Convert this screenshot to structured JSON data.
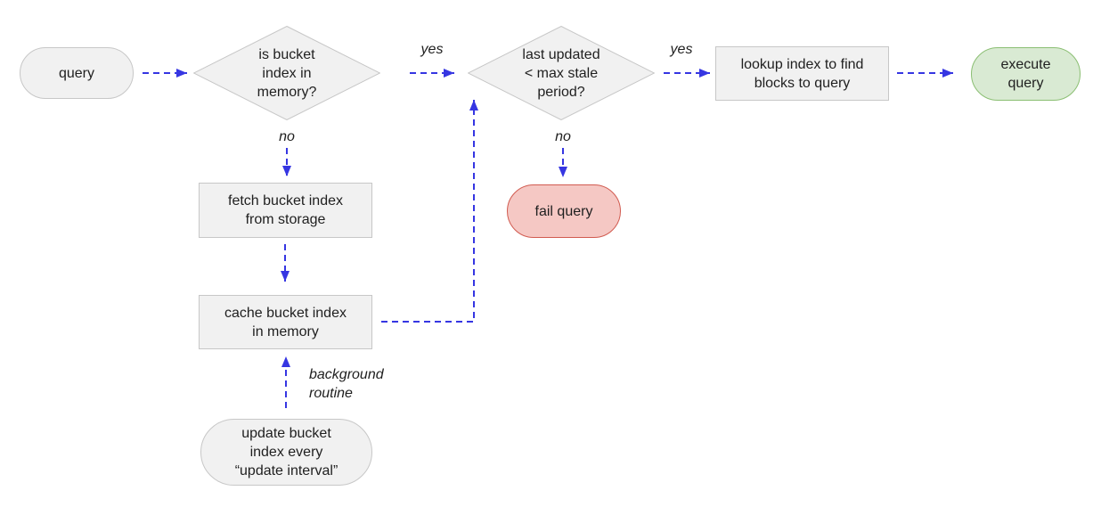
{
  "colors": {
    "arrow": "#3636e2",
    "gray_fill": "#f1f1f1",
    "gray_border": "#c7c7c7",
    "green_fill": "#d9ead3",
    "green_border": "#8bbf73",
    "red_fill": "#f5c8c4",
    "red_border": "#d15b50",
    "text": "#1f1f1f"
  },
  "nodes": {
    "query_start": {
      "type": "terminator",
      "label": "query"
    },
    "decision_index_in_memory": {
      "type": "decision",
      "label": "is bucket\nindex in\nmemory?"
    },
    "decision_last_updated": {
      "type": "decision",
      "label": "last updated\n< max stale\nperiod?"
    },
    "lookup_index": {
      "type": "process",
      "label": "lookup index to find\nblocks to query"
    },
    "execute_query": {
      "type": "terminator-success",
      "label": "execute\nquery"
    },
    "fail_query": {
      "type": "terminator-fail",
      "label": "fail query"
    },
    "fetch_bucket_index": {
      "type": "process",
      "label": "fetch bucket index\nfrom storage"
    },
    "cache_bucket_index": {
      "type": "process",
      "label": "cache bucket index\nin memory"
    },
    "update_bucket_index": {
      "type": "terminator",
      "label": "update bucket\nindex every\n“update interval”"
    }
  },
  "edge_labels": {
    "yes_1": "yes",
    "yes_2": "yes",
    "no_1": "no",
    "no_2": "no",
    "background_routine": "background\nroutine"
  },
  "edges": [
    {
      "from": "query_start",
      "to": "decision_index_in_memory",
      "label": ""
    },
    {
      "from": "decision_index_in_memory",
      "to": "decision_last_updated",
      "label": "yes"
    },
    {
      "from": "decision_index_in_memory",
      "to": "fetch_bucket_index",
      "label": "no"
    },
    {
      "from": "fetch_bucket_index",
      "to": "cache_bucket_index",
      "label": ""
    },
    {
      "from": "cache_bucket_index",
      "to": "decision_last_updated",
      "label": ""
    },
    {
      "from": "decision_last_updated",
      "to": "lookup_index",
      "label": "yes"
    },
    {
      "from": "decision_last_updated",
      "to": "fail_query",
      "label": "no"
    },
    {
      "from": "lookup_index",
      "to": "execute_query",
      "label": ""
    },
    {
      "from": "update_bucket_index",
      "to": "cache_bucket_index",
      "label": "background routine"
    }
  ]
}
